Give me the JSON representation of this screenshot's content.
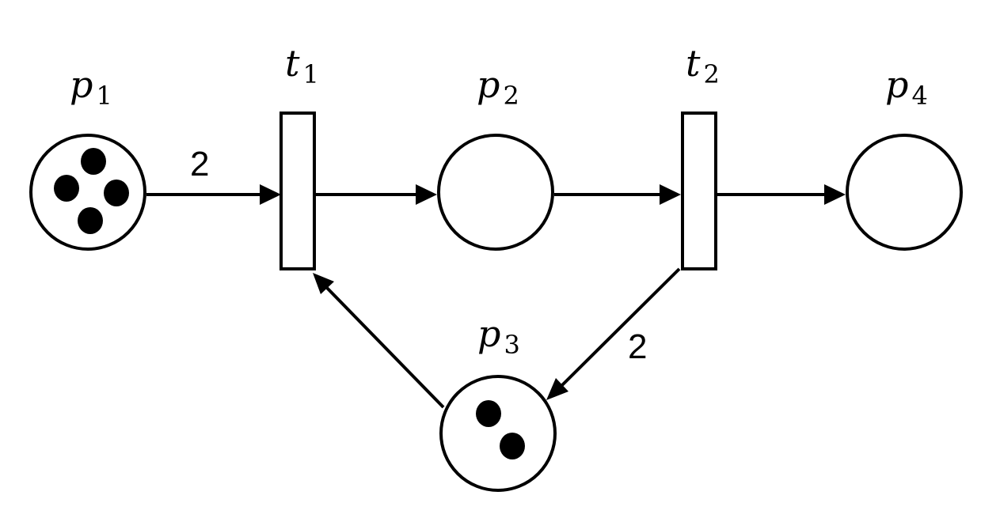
{
  "places": [
    {
      "id": "p1",
      "name": "p",
      "index": "1",
      "tokens": 4
    },
    {
      "id": "p2",
      "name": "p",
      "index": "2",
      "tokens": 0
    },
    {
      "id": "p3",
      "name": "p",
      "index": "3",
      "tokens": 2
    },
    {
      "id": "p4",
      "name": "p",
      "index": "4",
      "tokens": 0
    }
  ],
  "transitions": [
    {
      "id": "t1",
      "name": "t",
      "index": "1"
    },
    {
      "id": "t2",
      "name": "t",
      "index": "2"
    }
  ],
  "arcs": [
    {
      "from": "p1",
      "to": "t1",
      "weight": "2"
    },
    {
      "from": "t1",
      "to": "p2",
      "weight": ""
    },
    {
      "from": "p2",
      "to": "t2",
      "weight": ""
    },
    {
      "from": "t2",
      "to": "p4",
      "weight": ""
    },
    {
      "from": "t2",
      "to": "p3",
      "weight": "2"
    },
    {
      "from": "p3",
      "to": "t1",
      "weight": ""
    }
  ],
  "colors": {
    "stroke": "#000000",
    "fill": "#ffffff",
    "token": "#000000"
  }
}
